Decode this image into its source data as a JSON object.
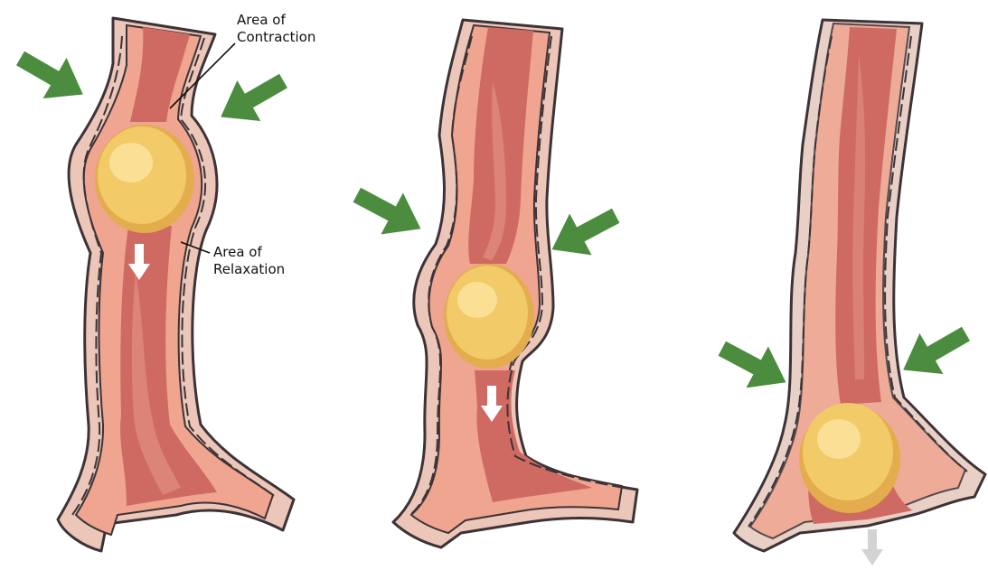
{
  "labels": {
    "contraction": {
      "line1": "Area of",
      "line2": "Contraction"
    },
    "relaxation": {
      "line1": "Area of",
      "line2": "Relaxation"
    }
  },
  "colors": {
    "outer_wall": "#ecc6b8",
    "outer_wall_light": "#e9d0c7",
    "muscle": "#efa58f",
    "lumen": "#cf6a63",
    "lumen_highlight": "#de8b7c",
    "outline": "#3d3337",
    "bolus": "#f2ca68",
    "bolus_shadow": "#e3ad4e",
    "bolus_highlight": "#fbe39e",
    "green_arrow": "#4b8c3f",
    "white_arrow": "#ffffff",
    "grey_arrow": "#d3d3d3",
    "text": "#111111"
  },
  "stages": [
    {
      "name": "stage-1",
      "squeeze": "upper",
      "bolus": "upper"
    },
    {
      "name": "stage-2",
      "squeeze": "middle",
      "bolus": "middle"
    },
    {
      "name": "stage-3",
      "squeeze": "lower",
      "bolus": "exit"
    }
  ]
}
